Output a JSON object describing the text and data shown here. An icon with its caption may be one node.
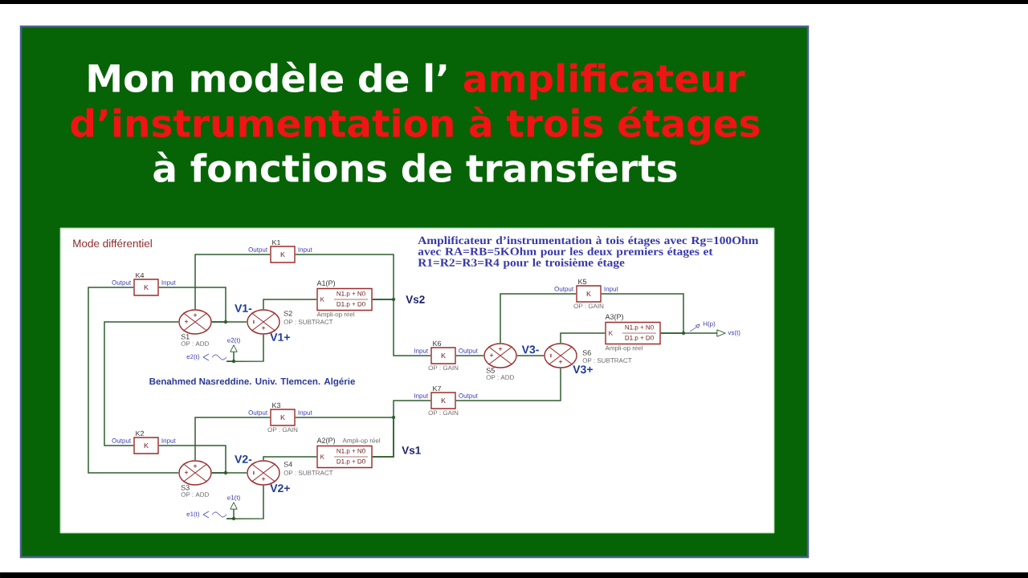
{
  "diagram": {
    "nodes": [
      {
        "text": [
          "K"
        ],
        "beside": [
          "K1",
          "Output",
          "Input"
        ]
      },
      {
        "text": [
          "K"
        ],
        "beside": [
          "K4",
          "Output",
          "Input"
        ]
      },
      {
        "text": [
          "K",
          "N1.p + N0",
          "D1.p + D0"
        ],
        "beside": [
          "A1(P)",
          "Ampli-op réel"
        ]
      },
      {
        "text": [
          "+",
          "+"
        ],
        "beside": [
          "S1",
          "OP : ADD"
        ]
      },
      {
        "text": [
          "-",
          "+"
        ],
        "beside": [
          "V1-",
          "S2",
          "OP : SUBTRACT",
          "V1+"
        ]
      },
      {
        "text": [],
        "shape": "triangle",
        "beside": [
          "e2(t)"
        ]
      },
      {
        "text": [],
        "shape": "picture",
        "beside": [
          "e2(t)"
        ]
      },
      {
        "text": [
          "K"
        ],
        "beside": [
          "K5",
          "Output",
          "Input",
          "OP : GAIN"
        ]
      },
      {
        "text": [
          "K",
          "N1.p + N0",
          "D1.p + D0"
        ],
        "beside": [
          "A3(P)",
          "Ampli-op réel"
        ]
      },
      {
        "text": [],
        "shape": "triangle",
        "beside": [
          "vs(t)"
        ]
      },
      {
        "text": [
          "K"
        ],
        "beside": [
          "K6",
          "Input",
          "Output",
          "OP : GAIN"
        ]
      },
      {
        "text": [
          "+",
          "+"
        ],
        "beside": [
          "S5",
          "OP : ADD"
        ]
      },
      {
        "text": [
          "-",
          "+"
        ],
        "beside": [
          "V3-",
          "S6",
          "OP : SUBTRACT",
          "V3+"
        ]
      },
      {
        "text": [
          "K"
        ],
        "beside": [
          "K7",
          "Input",
          "Output",
          "OP : GAIN"
        ]
      },
      {
        "text": [
          "K"
        ],
        "beside": [
          "K3",
          "Output",
          "Input",
          "OP : GAIN"
        ]
      },
      {
        "text": [
          "K"
        ],
        "beside": [
          "K2",
          "Output",
          "Input"
        ]
      },
      {
        "text": [
          "K",
          "N1.p + N0",
          "D1.p + D0"
        ],
        "beside": [
          "A2(P)",
          "Ampli-op réel"
        ]
      },
      {
        "text": [
          "+",
          "+"
        ],
        "beside": [
          "S3",
          "OP : ADD"
        ]
      },
      {
        "text": [
          "-",
          "+"
        ],
        "beside": [
          "V2-",
          "S4",
          "OP : SUBTRACT",
          "V2+"
        ]
      },
      {
        "text": [],
        "shape": "triangle",
        "beside": [
          "e1(t)"
        ]
      },
      {
        "text": [],
        "shape": "picture",
        "beside": [
          "e1(t)"
        ]
      }
    ],
    "edges": [
      {
        "from": 2,
        "to": 0,
        "arrow": "none"
      },
      {
        "from": 2,
        "to": 10,
        "arrow": "none"
      },
      {
        "from": 0,
        "to": 3,
        "arrow": "none"
      },
      {
        "from": 15,
        "to": 3,
        "arrow": "none"
      },
      {
        "from": 3,
        "to": 4,
        "arrow": "none"
      },
      {
        "from": 3,
        "to": 1,
        "arrow": "none"
      },
      {
        "from": 1,
        "to": 17,
        "arrow": "none"
      },
      {
        "from": 6,
        "to": 4,
        "arrow": "none"
      },
      {
        "from": 6,
        "to": 5,
        "arrow": "none"
      },
      {
        "from": 4,
        "to": 2,
        "arrow": "none"
      },
      {
        "from": 10,
        "to": 11,
        "arrow": "none"
      },
      {
        "from": 7,
        "to": 11,
        "arrow": "none"
      },
      {
        "from": 11,
        "to": 12,
        "arrow": "none"
      },
      {
        "from": 12,
        "to": 8,
        "arrow": "none"
      },
      {
        "from": 8,
        "to": 7,
        "arrow": "none"
      },
      {
        "from": 8,
        "to": 9,
        "arrow": "none"
      },
      {
        "from": 13,
        "to": 12,
        "arrow": "none"
      },
      {
        "from": 16,
        "to": 13,
        "arrow": "none"
      },
      {
        "from": 16,
        "to": 14,
        "arrow": "none"
      },
      {
        "from": 14,
        "to": 17,
        "arrow": "none"
      },
      {
        "from": 17,
        "to": 18,
        "arrow": "none"
      },
      {
        "from": 17,
        "to": 15,
        "arrow": "none"
      },
      {
        "from": 20,
        "to": 18,
        "arrow": "none"
      },
      {
        "from": 20,
        "to": 19,
        "arrow": "none"
      },
      {
        "from": 18,
        "to": 16,
        "arrow": "none"
      }
    ],
    "labels": [
      "Mon modèle de l’",
      "amplificateur d’instrumentation à trois étages",
      "à fonctions de transferts",
      "Mode différentiel",
      "Amplificateur d’instrumentation à tois étages avec Rg=100Ohm avec RA=RB=5KOhm pour les deux premiers étages et R1=R2=R3=R4 pour le troisième étage",
      "Vs2",
      "H(p)",
      "Benahmed Nasreddine. Univ. Tlemcen. Algérie",
      "Vs1"
    ]
  }
}
